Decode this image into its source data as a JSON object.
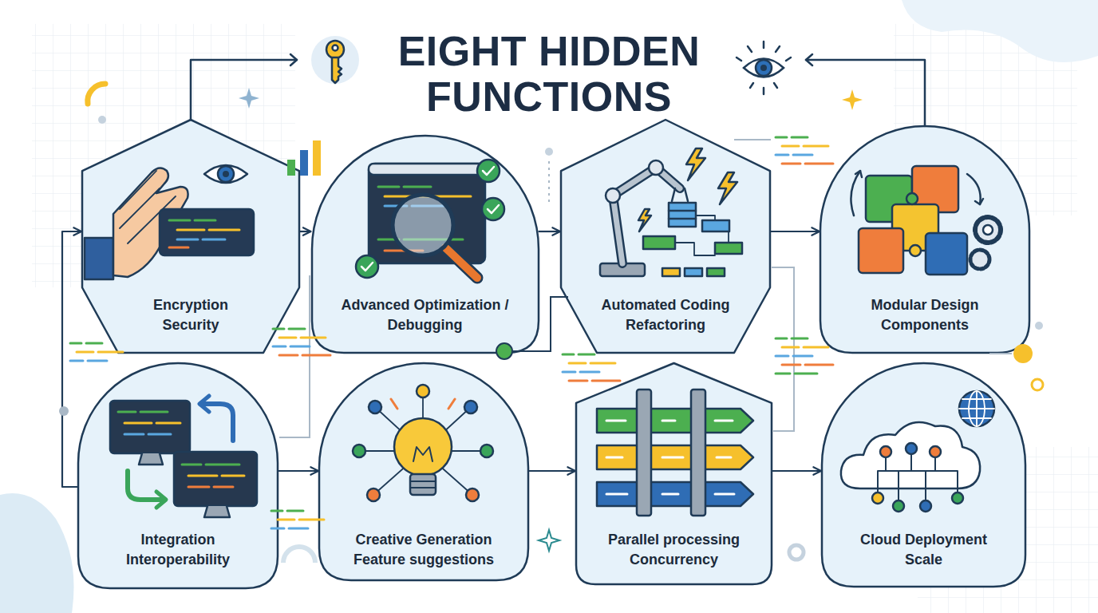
{
  "diagram": {
    "title": "EIGHT HIDDEN FUNCTIONS",
    "nodes": [
      {
        "text": [
          "Encryption Security"
        ]
      },
      {
        "text": [
          "Advanced Optimization / Debugging"
        ]
      },
      {
        "text": [
          "Automated Coding Refactoring"
        ]
      },
      {
        "text": [
          "Modular Design Components"
        ]
      },
      {
        "text": [
          "Integration Interoperability"
        ]
      },
      {
        "text": [
          "Creative Generation Feature suggestions"
        ]
      },
      {
        "text": [
          "Parallel processing Concurrency"
        ]
      },
      {
        "text": [
          "Cloud Deployment Scale"
        ]
      }
    ],
    "edges": [
      {
        "from": 0,
        "to": 1,
        "arrow": "to"
      },
      {
        "from": 1,
        "to": 2,
        "arrow": "to"
      },
      {
        "from": 2,
        "to": 3,
        "arrow": "to"
      },
      {
        "from": 4,
        "to": 5,
        "arrow": "to"
      },
      {
        "from": 5,
        "to": 6,
        "arrow": "to"
      },
      {
        "from": 6,
        "to": 7,
        "arrow": "to"
      },
      {
        "from": 4,
        "to": 0,
        "arrow": "to"
      }
    ]
  }
}
